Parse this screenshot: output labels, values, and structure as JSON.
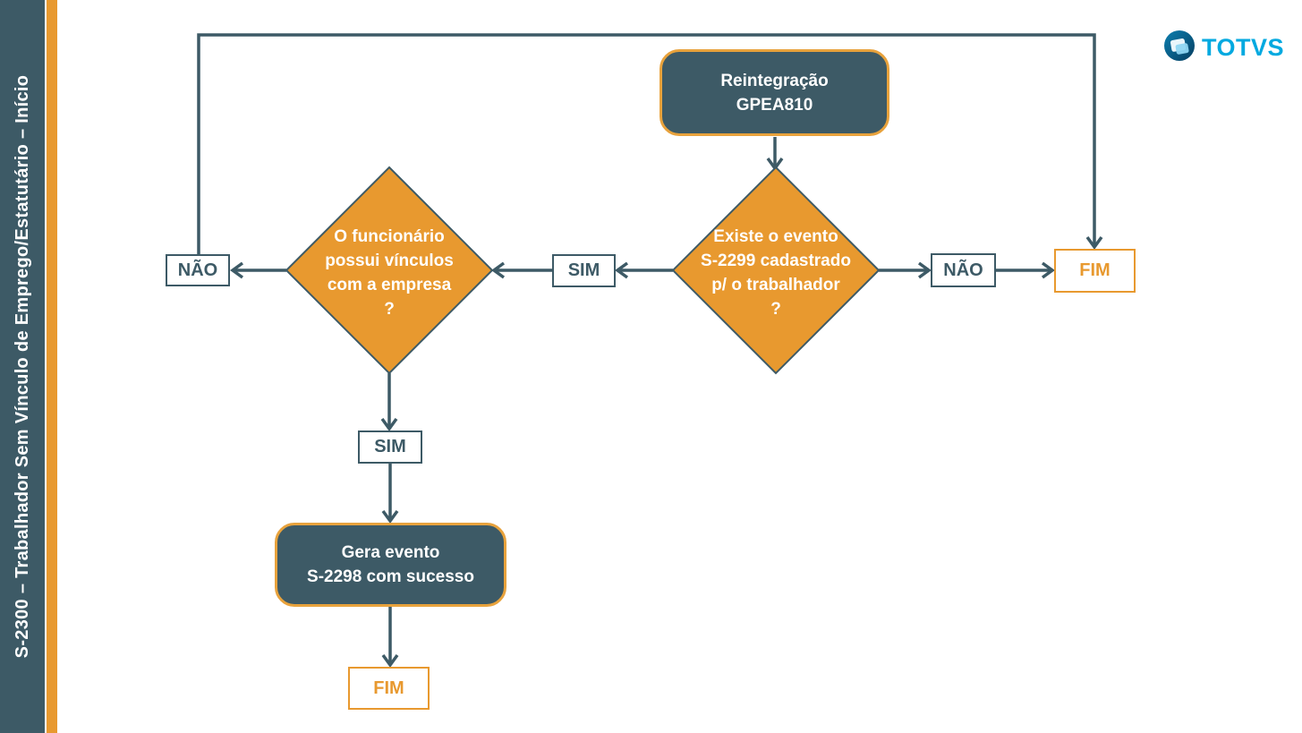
{
  "sidebar": {
    "title": "S-2300 – Trabalhador Sem Vínculo de Emprego/Estatutário – Início"
  },
  "logo": {
    "brand": "TOTVS"
  },
  "colors": {
    "dark_slate": "#3D5A66",
    "orange": "#E8992F",
    "totvs_blue": "#00A9E0",
    "white": "#FFFFFF"
  },
  "flowchart": {
    "start": {
      "label": "Reintegração\nGPEA810"
    },
    "decision_s2299": {
      "label": "Existe o evento\nS-2299 cadastrado\np/ o trabalhador\n?"
    },
    "decision_vinculos": {
      "label": "O funcionário\npossui vínculos\ncom a empresa\n?"
    },
    "nao_left": {
      "label": "NÃO"
    },
    "sim_middle": {
      "label": "SIM"
    },
    "nao_right": {
      "label": "NÃO"
    },
    "fim_right": {
      "label": "FIM"
    },
    "sim_lower": {
      "label": "SIM"
    },
    "process_success": {
      "label": "Gera evento\nS-2298 com sucesso"
    },
    "fim_bottom": {
      "label": "FIM"
    }
  }
}
